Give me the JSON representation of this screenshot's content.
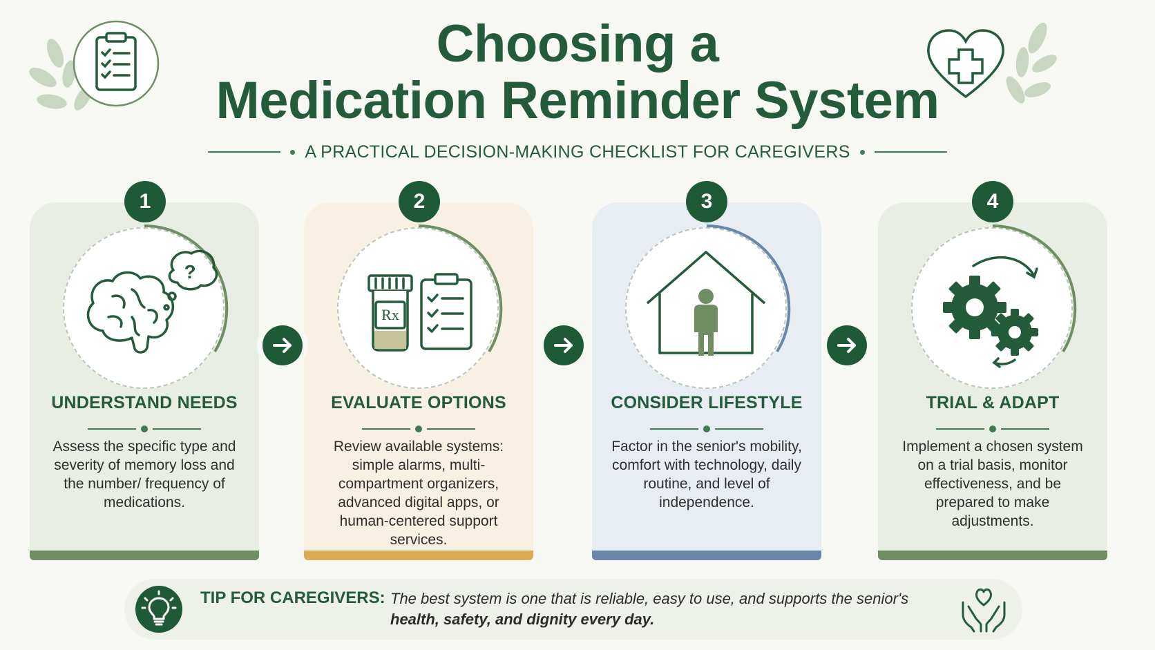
{
  "header": {
    "title_line1": "Choosing a",
    "title_line2": "Medication Reminder System",
    "subtitle": "A PRACTICAL DECISION-MAKING CHECKLIST FOR CAREGIVERS"
  },
  "steps": [
    {
      "number": "1",
      "title": "UNDERSTAND NEEDS",
      "body": "Assess the specific type and severity of memory loss and the number/ frequency of medications.",
      "icon": "brain-question-icon",
      "accent": "#6f8e63",
      "bg": "#e9eee5"
    },
    {
      "number": "2",
      "title": "EVALUATE OPTIONS",
      "body": "Review available systems: simple alarms, multi-compartment organizers, advanced digital apps, or human-centered support services.",
      "icon": "pill-bottle-checklist-icon",
      "accent": "#d9ad55",
      "bg": "#f8f0e2"
    },
    {
      "number": "3",
      "title": "CONSIDER LIFESTYLE",
      "body": "Factor in the senior's mobility, comfort with technology, daily routine, and level of independence.",
      "icon": "home-person-icon",
      "accent": "#6a86a8",
      "bg": "#e8edf3"
    },
    {
      "number": "4",
      "title": "TRIAL & ADAPT",
      "body": "Implement a chosen system on a trial basis, monitor effectiveness, and be prepared to make adjustments.",
      "icon": "gears-cycle-icon",
      "accent": "#6f8e63",
      "bg": "#e9eee5"
    }
  ],
  "tip": {
    "label": "TIP FOR CAREGIVERS:",
    "text_line1": "The best system is one that is reliable, easy to use, and supports the senior's",
    "text_line2": "health, safety, and dignity every day."
  },
  "colors": {
    "primary": "#1f5a37",
    "title": "#245c3b",
    "background": "#f7f8f4"
  }
}
